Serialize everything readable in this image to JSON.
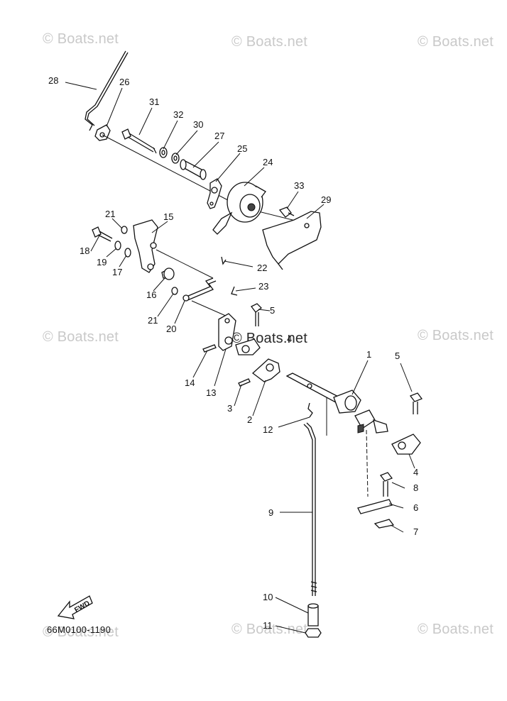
{
  "watermarks": {
    "text": "© Boats.net",
    "center_text": "© Boats.net"
  },
  "part_code": "66M0100-1190",
  "fwd_label": "FWD",
  "callouts": [
    "1",
    "2",
    "3",
    "4",
    "4",
    "5",
    "5",
    "6",
    "7",
    "8",
    "9",
    "10",
    "11",
    "12",
    "13",
    "14",
    "15",
    "16",
    "17",
    "18",
    "19",
    "20",
    "21",
    "21",
    "22",
    "23",
    "24",
    "25",
    "26",
    "27",
    "28",
    "29",
    "30",
    "31",
    "32",
    "33"
  ]
}
